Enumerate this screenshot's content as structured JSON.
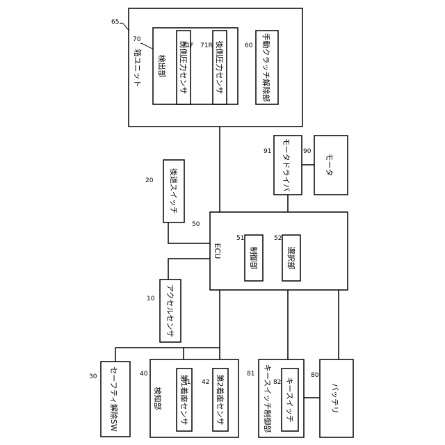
{
  "colors": {
    "line": "#000000",
    "background": "#ffffff"
  },
  "box_unit": {
    "ref": "65",
    "label": "箱ユニット",
    "inner_ref": "70"
  },
  "detector": {
    "label": "検出部"
  },
  "front_sensor": {
    "ref": "71F",
    "label": "前側圧力センサ"
  },
  "rear_sensor": {
    "ref": "71R",
    "label": "後側圧力センサ"
  },
  "clutch_release": {
    "ref": "60",
    "label": "手動クラッチ解除部"
  },
  "motor_driver": {
    "ref": "91",
    "label": "モータドライバ"
  },
  "motor": {
    "ref": "90",
    "label": "モータ"
  },
  "reverse_switch": {
    "ref": "20",
    "label": "後退スイッチ"
  },
  "ecu": {
    "ref": "50",
    "label": "ECU"
  },
  "control_unit": {
    "ref": "51",
    "label": "制御部"
  },
  "selection_unit": {
    "ref": "52",
    "label": "選択部"
  },
  "accel_sensor": {
    "ref": "10",
    "label": "アクセルセンサ"
  },
  "safety_release": {
    "ref": "30",
    "label": "セーフティ解除SW"
  },
  "sensing_unit": {
    "ref": "40",
    "label": "検知部"
  },
  "seat_sensor_1": {
    "ref": "41",
    "label": "第1着座センサ"
  },
  "seat_sensor_2": {
    "ref": "42",
    "label": "第2着座センサ"
  },
  "key_switch_control": {
    "ref": "81",
    "label": "キースイッチ制御部"
  },
  "key_switch": {
    "ref": "82",
    "label": "キースイッチ"
  },
  "battery": {
    "ref": "80",
    "label": "バッテリ"
  }
}
